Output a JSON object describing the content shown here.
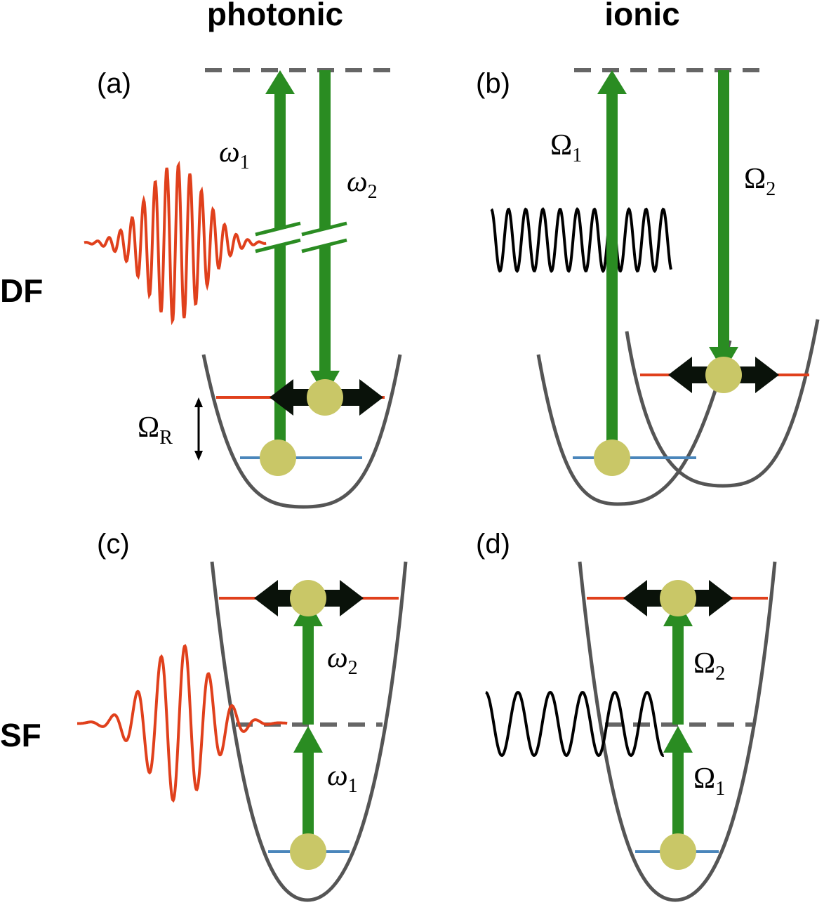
{
  "headers": {
    "left": "photonic",
    "right": "ionic"
  },
  "rows": {
    "top": "DF",
    "bottom": "SF"
  },
  "panels": {
    "a": "(a)",
    "b": "(b)",
    "c": "(c)",
    "d": "(d)"
  },
  "labels": {
    "omega1_a": {
      "base": "ω",
      "sub": "1"
    },
    "omega2_a": {
      "base": "ω",
      "sub": "2"
    },
    "Omega1_b": {
      "base": "Ω",
      "sub": "1"
    },
    "Omega2_b": {
      "base": "Ω",
      "sub": "2"
    },
    "OmegaR": {
      "base": "Ω",
      "sub": "R"
    },
    "omega2_c": {
      "base": "ω",
      "sub": "2"
    },
    "omega1_c": {
      "base": "ω",
      "sub": "1"
    },
    "Omega2_d": {
      "base": "Ω",
      "sub": "2"
    },
    "Omega1_d": {
      "base": "Ω",
      "sub": "1"
    }
  },
  "colors": {
    "arrow_green": "#2a8c22",
    "curve_gray": "#555555",
    "level_red": "#e0401c",
    "level_blue": "#4a86bb",
    "pulse_red": "#e0401c",
    "wave_black": "#000000",
    "particle": "#c9c767",
    "double_arrow": "#0a120a"
  }
}
